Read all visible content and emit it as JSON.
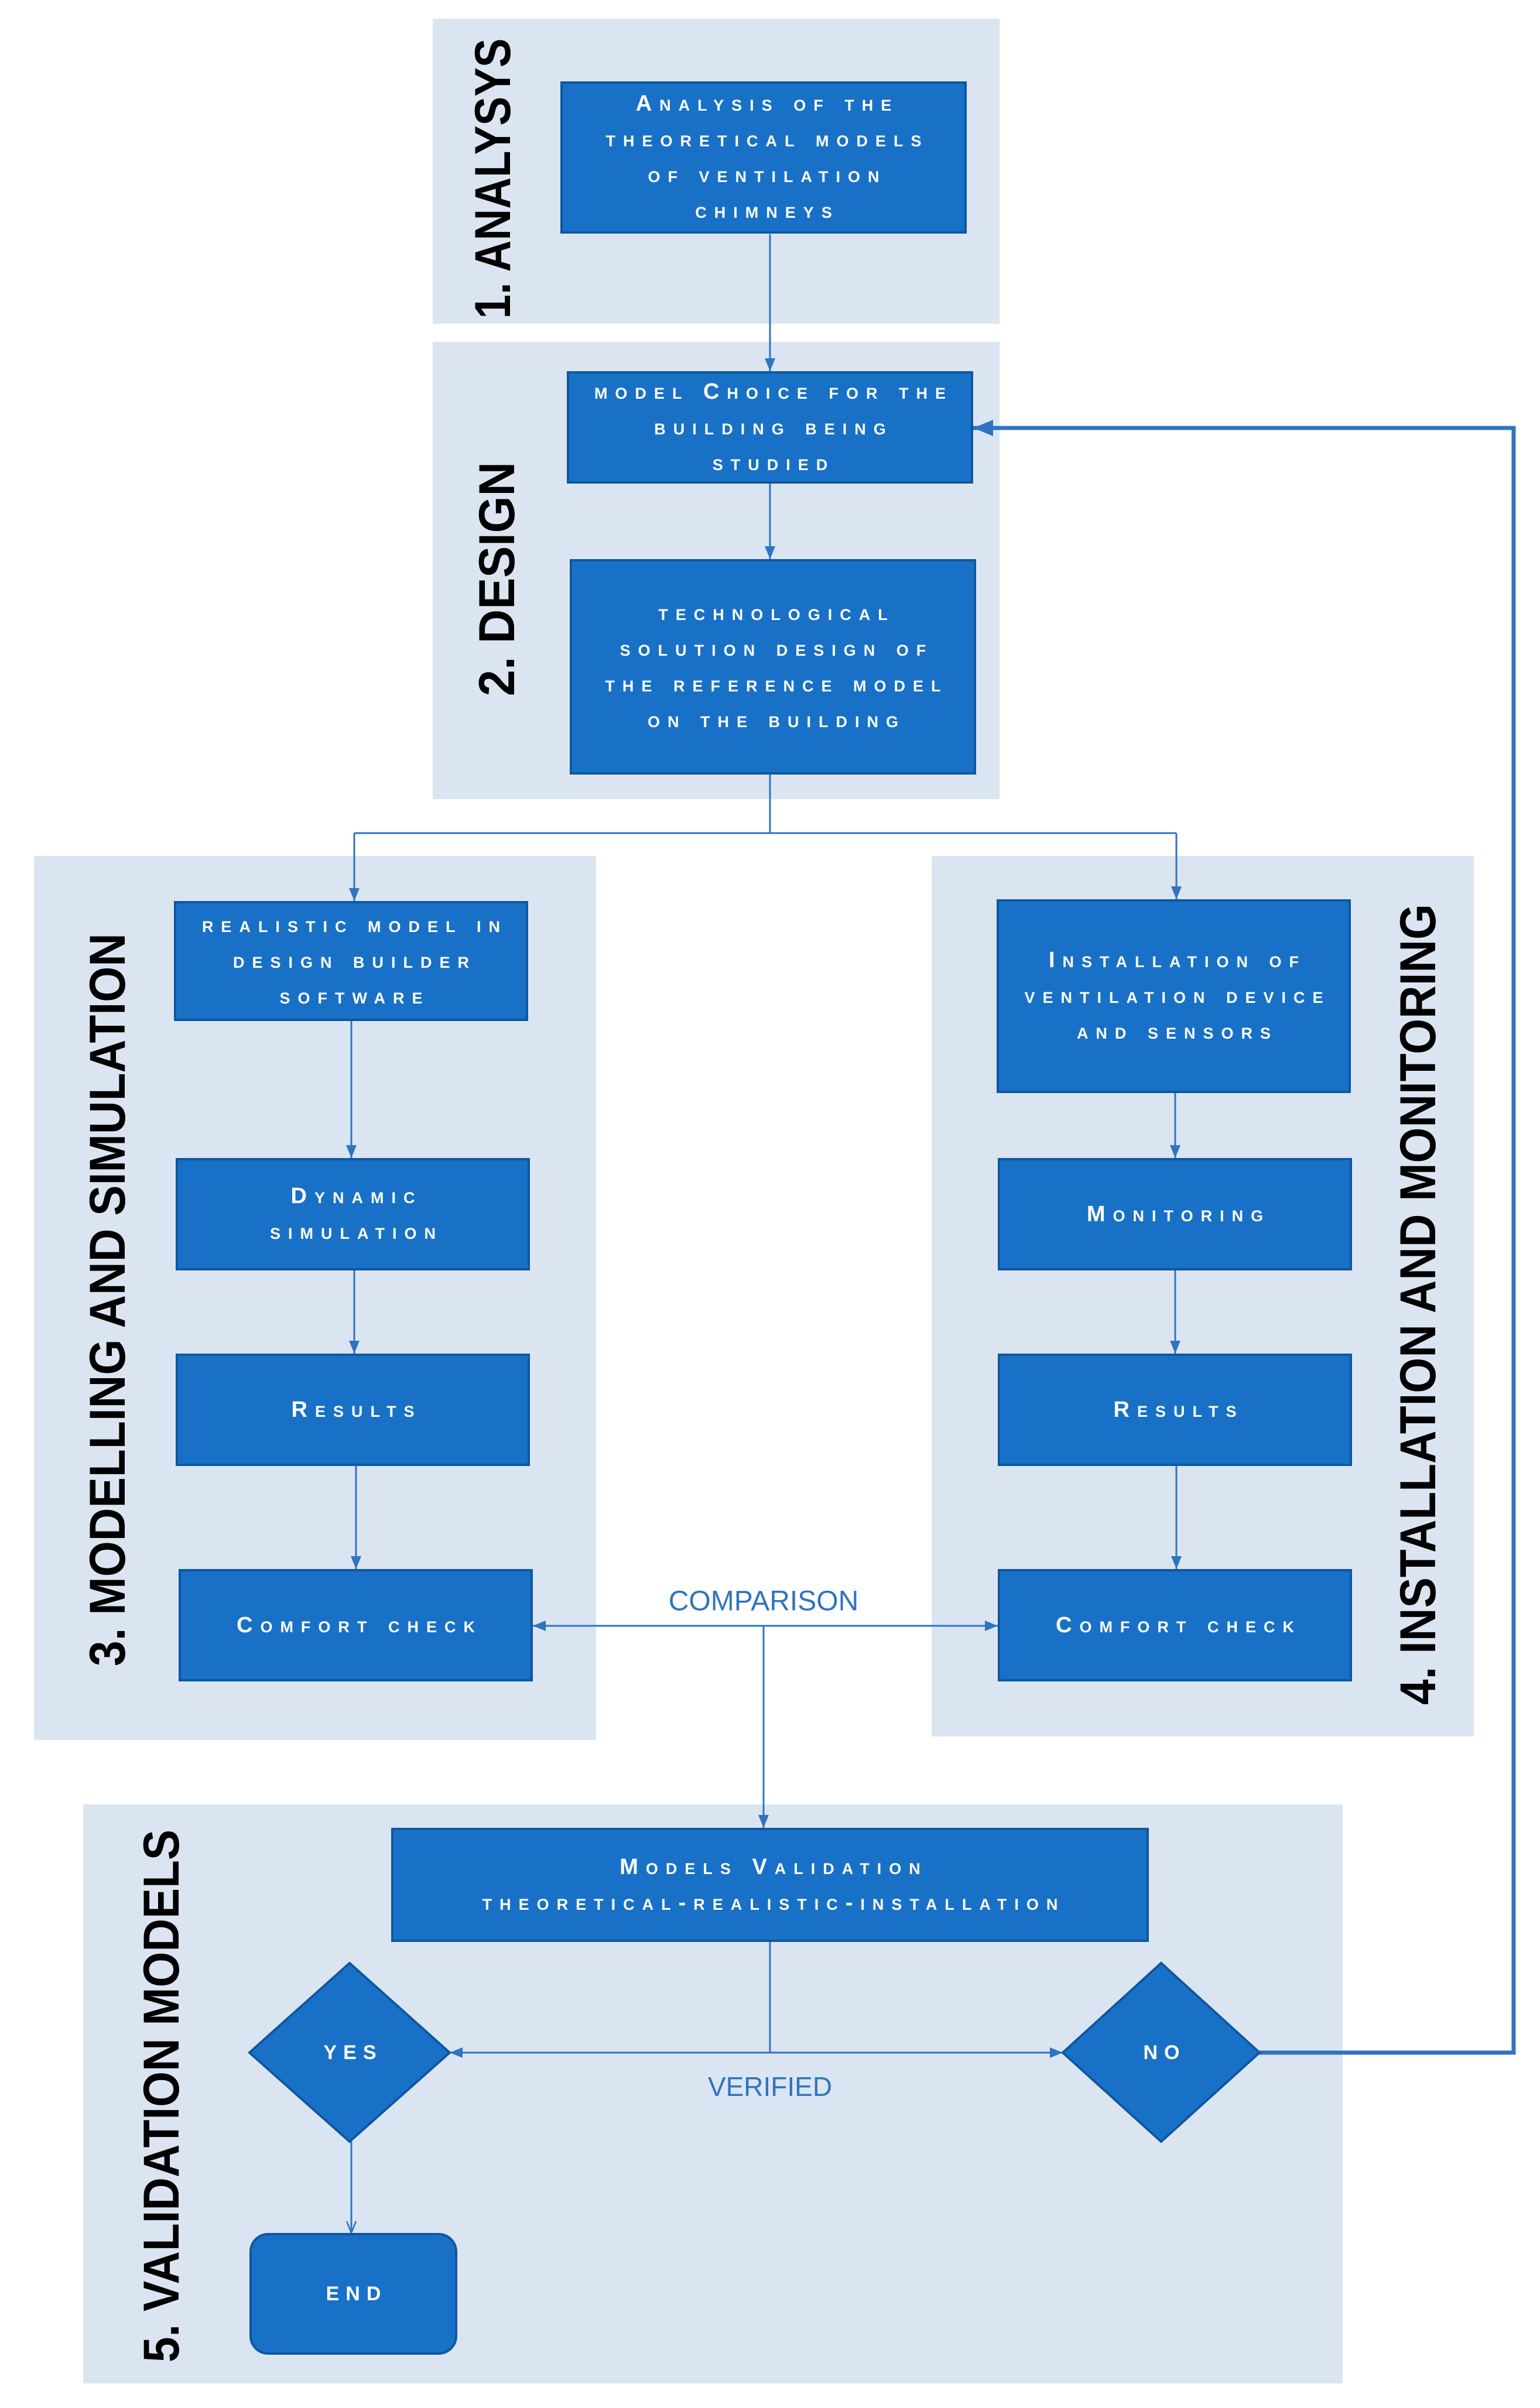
{
  "sections": {
    "analysis": {
      "label": "1. ANALYSYS",
      "steps": [
        "Analysis of the\ntheoretical models\nof ventilation\nchimneys"
      ]
    },
    "design": {
      "label": "2. DESIGN",
      "steps": [
        "model Choice for the\nbuilding being\nstudied",
        "technological\nsolution design of\nthe reference model\non the building"
      ]
    },
    "modelling": {
      "label": "3. MODELLING AND SIMULATION",
      "steps": [
        "realistic model in\ndesign builder\nsoftware",
        "Dynamic\nsimulation",
        "Results",
        "Comfort check"
      ]
    },
    "installation": {
      "label": "4. INSTALLATION AND MONITORING",
      "steps": [
        "Installation of\nventilation device\nand sensors",
        "Monitoring",
        "Results",
        "Comfort check"
      ]
    },
    "validation": {
      "label": "5. VALIDATION MODELS",
      "steps": [
        "Models Validation\ntheoretical-realistic-installation"
      ],
      "decisions": {
        "yes": "YES",
        "no": "NO"
      },
      "verified_label": "VERIFIED",
      "end": "END"
    }
  },
  "comparison_label": "COMPARISON",
  "colors": {
    "panel": "#dbe5f2",
    "box_fill": "#1871c6",
    "box_border": "#0f57a0",
    "box_text": "#ffffff",
    "connector": "#2f74c0",
    "label_text": "#000000"
  }
}
